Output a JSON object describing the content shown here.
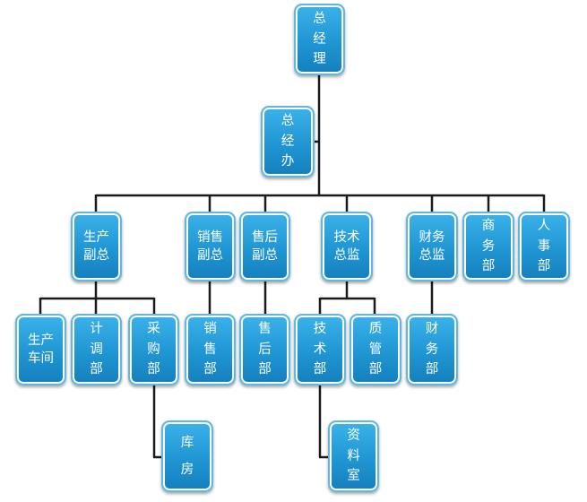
{
  "org_chart": {
    "gm": [
      "总",
      "经",
      "理"
    ],
    "gm_office": [
      "总",
      "经",
      "办"
    ],
    "prod_vp": [
      "生产",
      "副总"
    ],
    "sales_vp": [
      "销售",
      "副总"
    ],
    "aftersales_vp": [
      "售后",
      "副总"
    ],
    "tech_director": [
      "技术",
      "总监"
    ],
    "finance_director": [
      "财务",
      "总监"
    ],
    "commerce_dept": [
      "商",
      "务",
      "部"
    ],
    "hr_dept": [
      "人",
      "事",
      "部"
    ],
    "workshop": [
      "生产",
      "车间"
    ],
    "planning_dept": [
      "计",
      "调",
      "部"
    ],
    "purchasing_dept": [
      "采",
      "购",
      "部"
    ],
    "sales_dept": [
      "销",
      "售",
      "部"
    ],
    "aftersales_dept": [
      "售",
      "后",
      "部"
    ],
    "tech_dept": [
      "技",
      "术",
      "部"
    ],
    "qc_dept": [
      "质",
      "管",
      "部"
    ],
    "finance_dept": [
      "财",
      "务",
      "部"
    ],
    "warehouse": [
      "库",
      "房"
    ],
    "archive_room": [
      "资",
      "料",
      "室"
    ]
  },
  "colors": {
    "box_fill": "#1f96d3",
    "box_border": "#5fb8e0",
    "connector": "#1a1a1a",
    "text": "#ffffff"
  }
}
